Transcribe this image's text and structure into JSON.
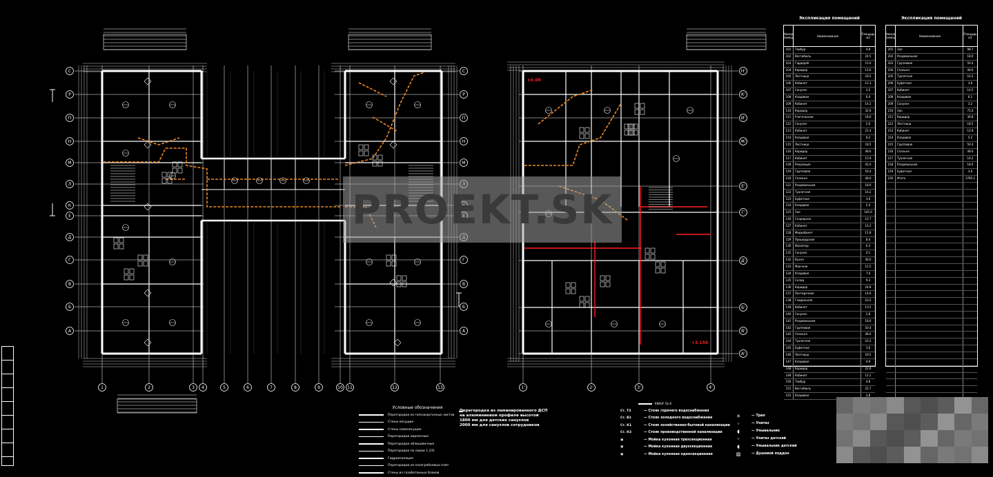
{
  "watermark": "PROEKT.SK",
  "left_plan": {
    "row_axes": [
      "С",
      "Р",
      "П",
      "Н",
      "М",
      "Л",
      "К",
      "Е",
      "Д",
      "Г",
      "В",
      "Б",
      "А"
    ],
    "col_axes": [
      "1",
      "2",
      "3",
      "4",
      "5",
      "6",
      "7",
      "8",
      "9",
      "10",
      "11",
      "12",
      "13"
    ]
  },
  "right_plan": {
    "row_axes": [
      "Н'",
      "К'",
      "И'",
      "Ж'",
      "Е'",
      "Г'",
      "Д'",
      "Б'",
      "В'",
      "А'"
    ],
    "col_axes": [
      "1'",
      "2'",
      "3'",
      "4'"
    ],
    "level_marks": [
      "±0.00",
      "+3.150"
    ]
  },
  "table_1": {
    "title": "Экспликация помещений",
    "headers": [
      "Номер помещ.",
      "Наименование",
      "Площадь м2"
    ],
    "rows": [
      [
        "101",
        "Тамбур",
        "4.8"
      ],
      [
        "102",
        "Вестибюль",
        "24.5"
      ],
      [
        "103",
        "Гардероб",
        "15.0"
      ],
      [
        "104",
        "Коридор",
        "12.6"
      ],
      [
        "105",
        "Лестница",
        "18.5"
      ],
      [
        "106",
        "Кабинет",
        "12.3"
      ],
      [
        "107",
        "Санузел",
        "3.5"
      ],
      [
        "108",
        "Кладовая",
        "6.4"
      ],
      [
        "109",
        "Кабинет",
        "14.2"
      ],
      [
        "110",
        "Коридор",
        "32.0"
      ],
      [
        "111",
        "Учительская",
        "18.0"
      ],
      [
        "112",
        "Санузел",
        "2.6"
      ],
      [
        "113",
        "Кабинет",
        "21.4"
      ],
      [
        "114",
        "Кладовая",
        "8.2"
      ],
      [
        "115",
        "Лестница",
        "18.5"
      ],
      [
        "116",
        "Коридор",
        "48.6"
      ],
      [
        "117",
        "Кабинет",
        "15.9"
      ],
      [
        "118",
        "Рекреация",
        "42.0"
      ],
      [
        "119",
        "Групповая",
        "50.4"
      ],
      [
        "120",
        "Спальня",
        "48.0"
      ],
      [
        "121",
        "Раздевальная",
        "18.0"
      ],
      [
        "122",
        "Туалетная",
        "16.2"
      ],
      [
        "123",
        "Буфетная",
        "3.6"
      ],
      [
        "124",
        "Кладовая",
        "5.4"
      ],
      [
        "125",
        "Зал",
        "145.0"
      ],
      [
        "126",
        "Снарядная",
        "12.7"
      ],
      [
        "127",
        "Кабинет",
        "14.2"
      ],
      [
        "128",
        "Медкабинет",
        "11.8"
      ],
      [
        "129",
        "Процедурная",
        "8.4"
      ],
      [
        "130",
        "Изолятор",
        "6.3"
      ],
      [
        "131",
        "Санузел",
        "4.1"
      ],
      [
        "132",
        "Кухня",
        "36.0"
      ],
      [
        "133",
        "Моечная",
        "12.5"
      ],
      [
        "134",
        "Кладовая",
        "7.6"
      ],
      [
        "135",
        "Склад",
        "9.3"
      ],
      [
        "136",
        "Коридор",
        "24.8"
      ],
      [
        "137",
        "Постирочная",
        "14.6"
      ],
      [
        "138",
        "Гладильная",
        "10.2"
      ],
      [
        "139",
        "Кабинет",
        "13.5"
      ],
      [
        "140",
        "Санузел",
        "2.8"
      ],
      [
        "141",
        "Раздевальная",
        "18.0"
      ],
      [
        "142",
        "Групповая",
        "50.4"
      ],
      [
        "143",
        "Спальня",
        "48.0"
      ],
      [
        "144",
        "Туалетная",
        "16.2"
      ],
      [
        "145",
        "Буфетная",
        "3.6"
      ],
      [
        "146",
        "Лестница",
        "18.5"
      ],
      [
        "147",
        "Кладовая",
        "4.9"
      ],
      [
        "148",
        "Коридор",
        "22.0"
      ],
      [
        "149",
        "Кабинет",
        "12.1"
      ],
      [
        "150",
        "Тамбур",
        "4.8"
      ],
      [
        "151",
        "Вестибюль",
        "22.7"
      ],
      [
        "152",
        "Кладовая",
        "3.8"
      ]
    ]
  },
  "table_2": {
    "title": "Экспликация помещений",
    "headers": [
      "Номер помещ.",
      "Наименование",
      "Площадь м2"
    ],
    "rows": [
      [
        "201",
        "Зал",
        "98.7"
      ],
      [
        "202",
        "Раздевальная",
        "18.0"
      ],
      [
        "203",
        "Групповая",
        "50.4"
      ],
      [
        "204",
        "Спальня",
        "48.0"
      ],
      [
        "205",
        "Туалетная",
        "16.2"
      ],
      [
        "206",
        "Буфетная",
        "3.6"
      ],
      [
        "207",
        "Кабинет",
        "14.5"
      ],
      [
        "208",
        "Кладовая",
        "6.1"
      ],
      [
        "209",
        "Санузел",
        "3.2"
      ],
      [
        "210",
        "Зал",
        "75.4"
      ],
      [
        "211",
        "Коридор",
        "36.8"
      ],
      [
        "212",
        "Лестница",
        "18.5"
      ],
      [
        "213",
        "Кабинет",
        "12.9"
      ],
      [
        "214",
        "Кладовая",
        "5.2"
      ],
      [
        "215",
        "Групповая",
        "50.4"
      ],
      [
        "216",
        "Спальня",
        "48.0"
      ],
      [
        "217",
        "Туалетная",
        "16.2"
      ],
      [
        "218",
        "Раздевальная",
        "18.0"
      ],
      [
        "219",
        "Буфетная",
        "3.6"
      ],
      [
        "220",
        "Итого",
        "1785.1"
      ]
    ],
    "empty_rows": 32
  },
  "legend_left": {
    "title": "Условные обозначения",
    "items": [
      "Перегородки из гипсокартонных листов",
      "Стены несущие",
      "Стены самонесущие",
      "Перегородки кирпичные",
      "Перегородки облицовочные",
      "Перегородки по серии 1.231",
      "Гидроизоляция",
      "Перегородки из пазогребневых плит",
      "Стены из газобетонных блоков"
    ]
  },
  "ceiling_note": "Перегородка из ламинированного ДСП\nна алюминиевом профиле высотой\n1800 мм для детских санузлов\n2000 мм для санузлов сотрудников",
  "legend_right": {
    "top_line": "KNAUF GL-K",
    "items": [
      {
        "code": "Ст. Т3",
        "label": "Стояк горячего водоснабжения"
      },
      {
        "code": "Ст. В1",
        "label": "Стояк холодного водоснабжения"
      },
      {
        "code": "Ст. К1",
        "label": "Стояк хозяйственно-бытовой канализации"
      },
      {
        "code": "Ст. К3",
        "label": "Стояк производственной канализации"
      },
      {
        "code": "",
        "label": "Мойка кухонная трехсекционная"
      },
      {
        "code": "",
        "label": "Мойка кухонная двухсекционная"
      },
      {
        "code": "",
        "label": "Мойка кухонная односекционная"
      }
    ]
  },
  "legend_symbols": [
    {
      "sym": "✕",
      "label": "Трап"
    },
    {
      "sym": "◦",
      "label": "Унитаз"
    },
    {
      "sym": "◖",
      "label": "Умывальник"
    },
    {
      "sym": "◦",
      "label": "Унитаз детский"
    },
    {
      "sym": "◖",
      "label": "Умывальник детский"
    },
    {
      "sym": "▨",
      "label": "Душевой поддон"
    }
  ]
}
